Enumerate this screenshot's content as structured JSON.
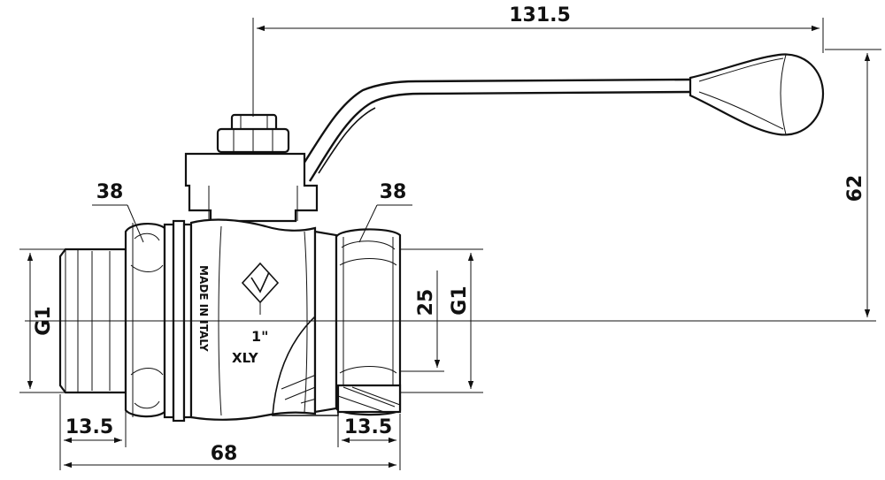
{
  "dimensions": {
    "overall_length": "131.5",
    "height": "62",
    "hex_left": "38",
    "hex_right": "38",
    "thread_left": "G1",
    "thread_right": "G1",
    "bore": "25",
    "thread_depth_left": "13.5",
    "thread_depth_right": "13.5",
    "body_length": "68"
  },
  "body_marking": {
    "origin": "MADE IN ITALY",
    "size": "1\"",
    "code": "XLY"
  }
}
